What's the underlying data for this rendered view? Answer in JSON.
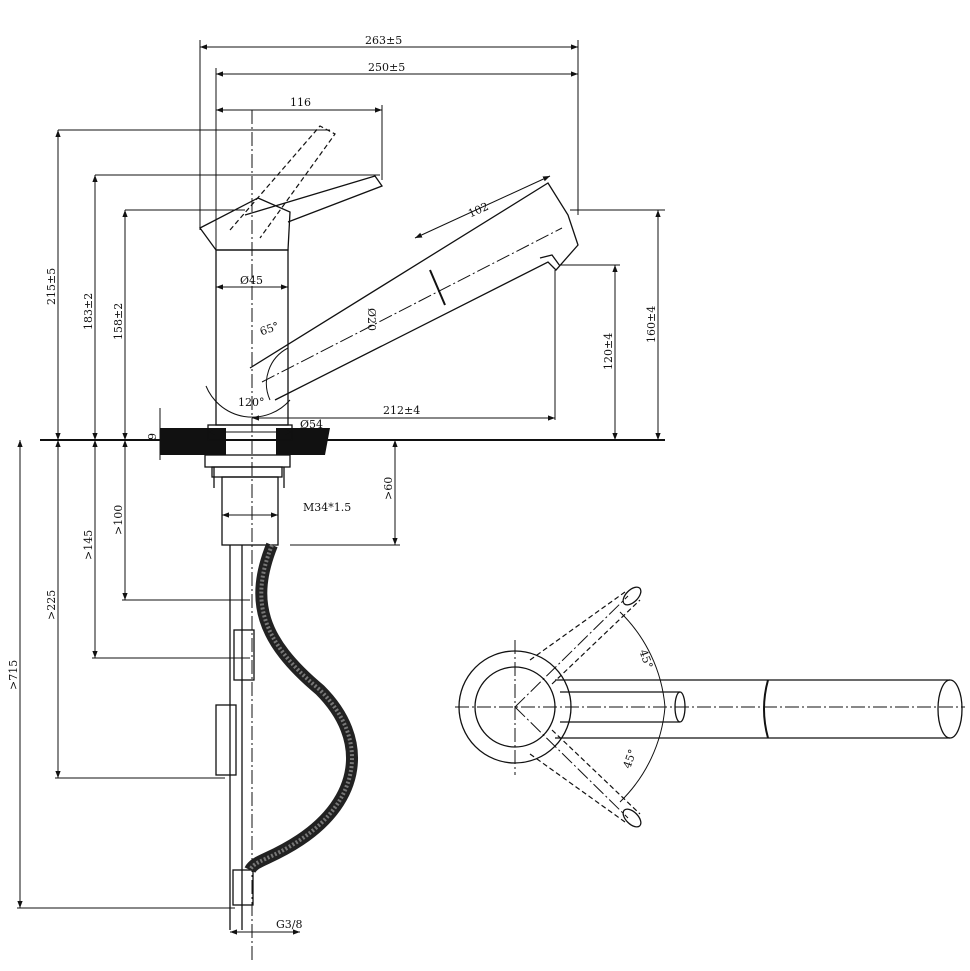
{
  "title": "Pull-out kitchen faucet dimensional drawing",
  "dimensions": {
    "overall_width": "263±5",
    "spout_reach_total": "250±5",
    "handle_reach": "116",
    "pullout_length": "102",
    "overall_height": "215±5",
    "handle_height": "183±2",
    "body_height": "158±2",
    "spout_top_height": "160±4",
    "outlet_height": "120±4",
    "spout_reach": "212±4",
    "body_diameter": "Ø45",
    "base_diameter": "Ø54",
    "spout_diameter": "Ø20",
    "rotation_angle": "65°",
    "swivel_angle": "120°",
    "deck_thickness": "9",
    "min_clearance": ">60",
    "thread": "M34*1.5",
    "min_100": ">100",
    "min_145": ">145",
    "min_225": ">225",
    "hose_length": ">715",
    "connection": "G3/8",
    "top_angle_upper": "45°",
    "top_angle_lower": "45°"
  }
}
